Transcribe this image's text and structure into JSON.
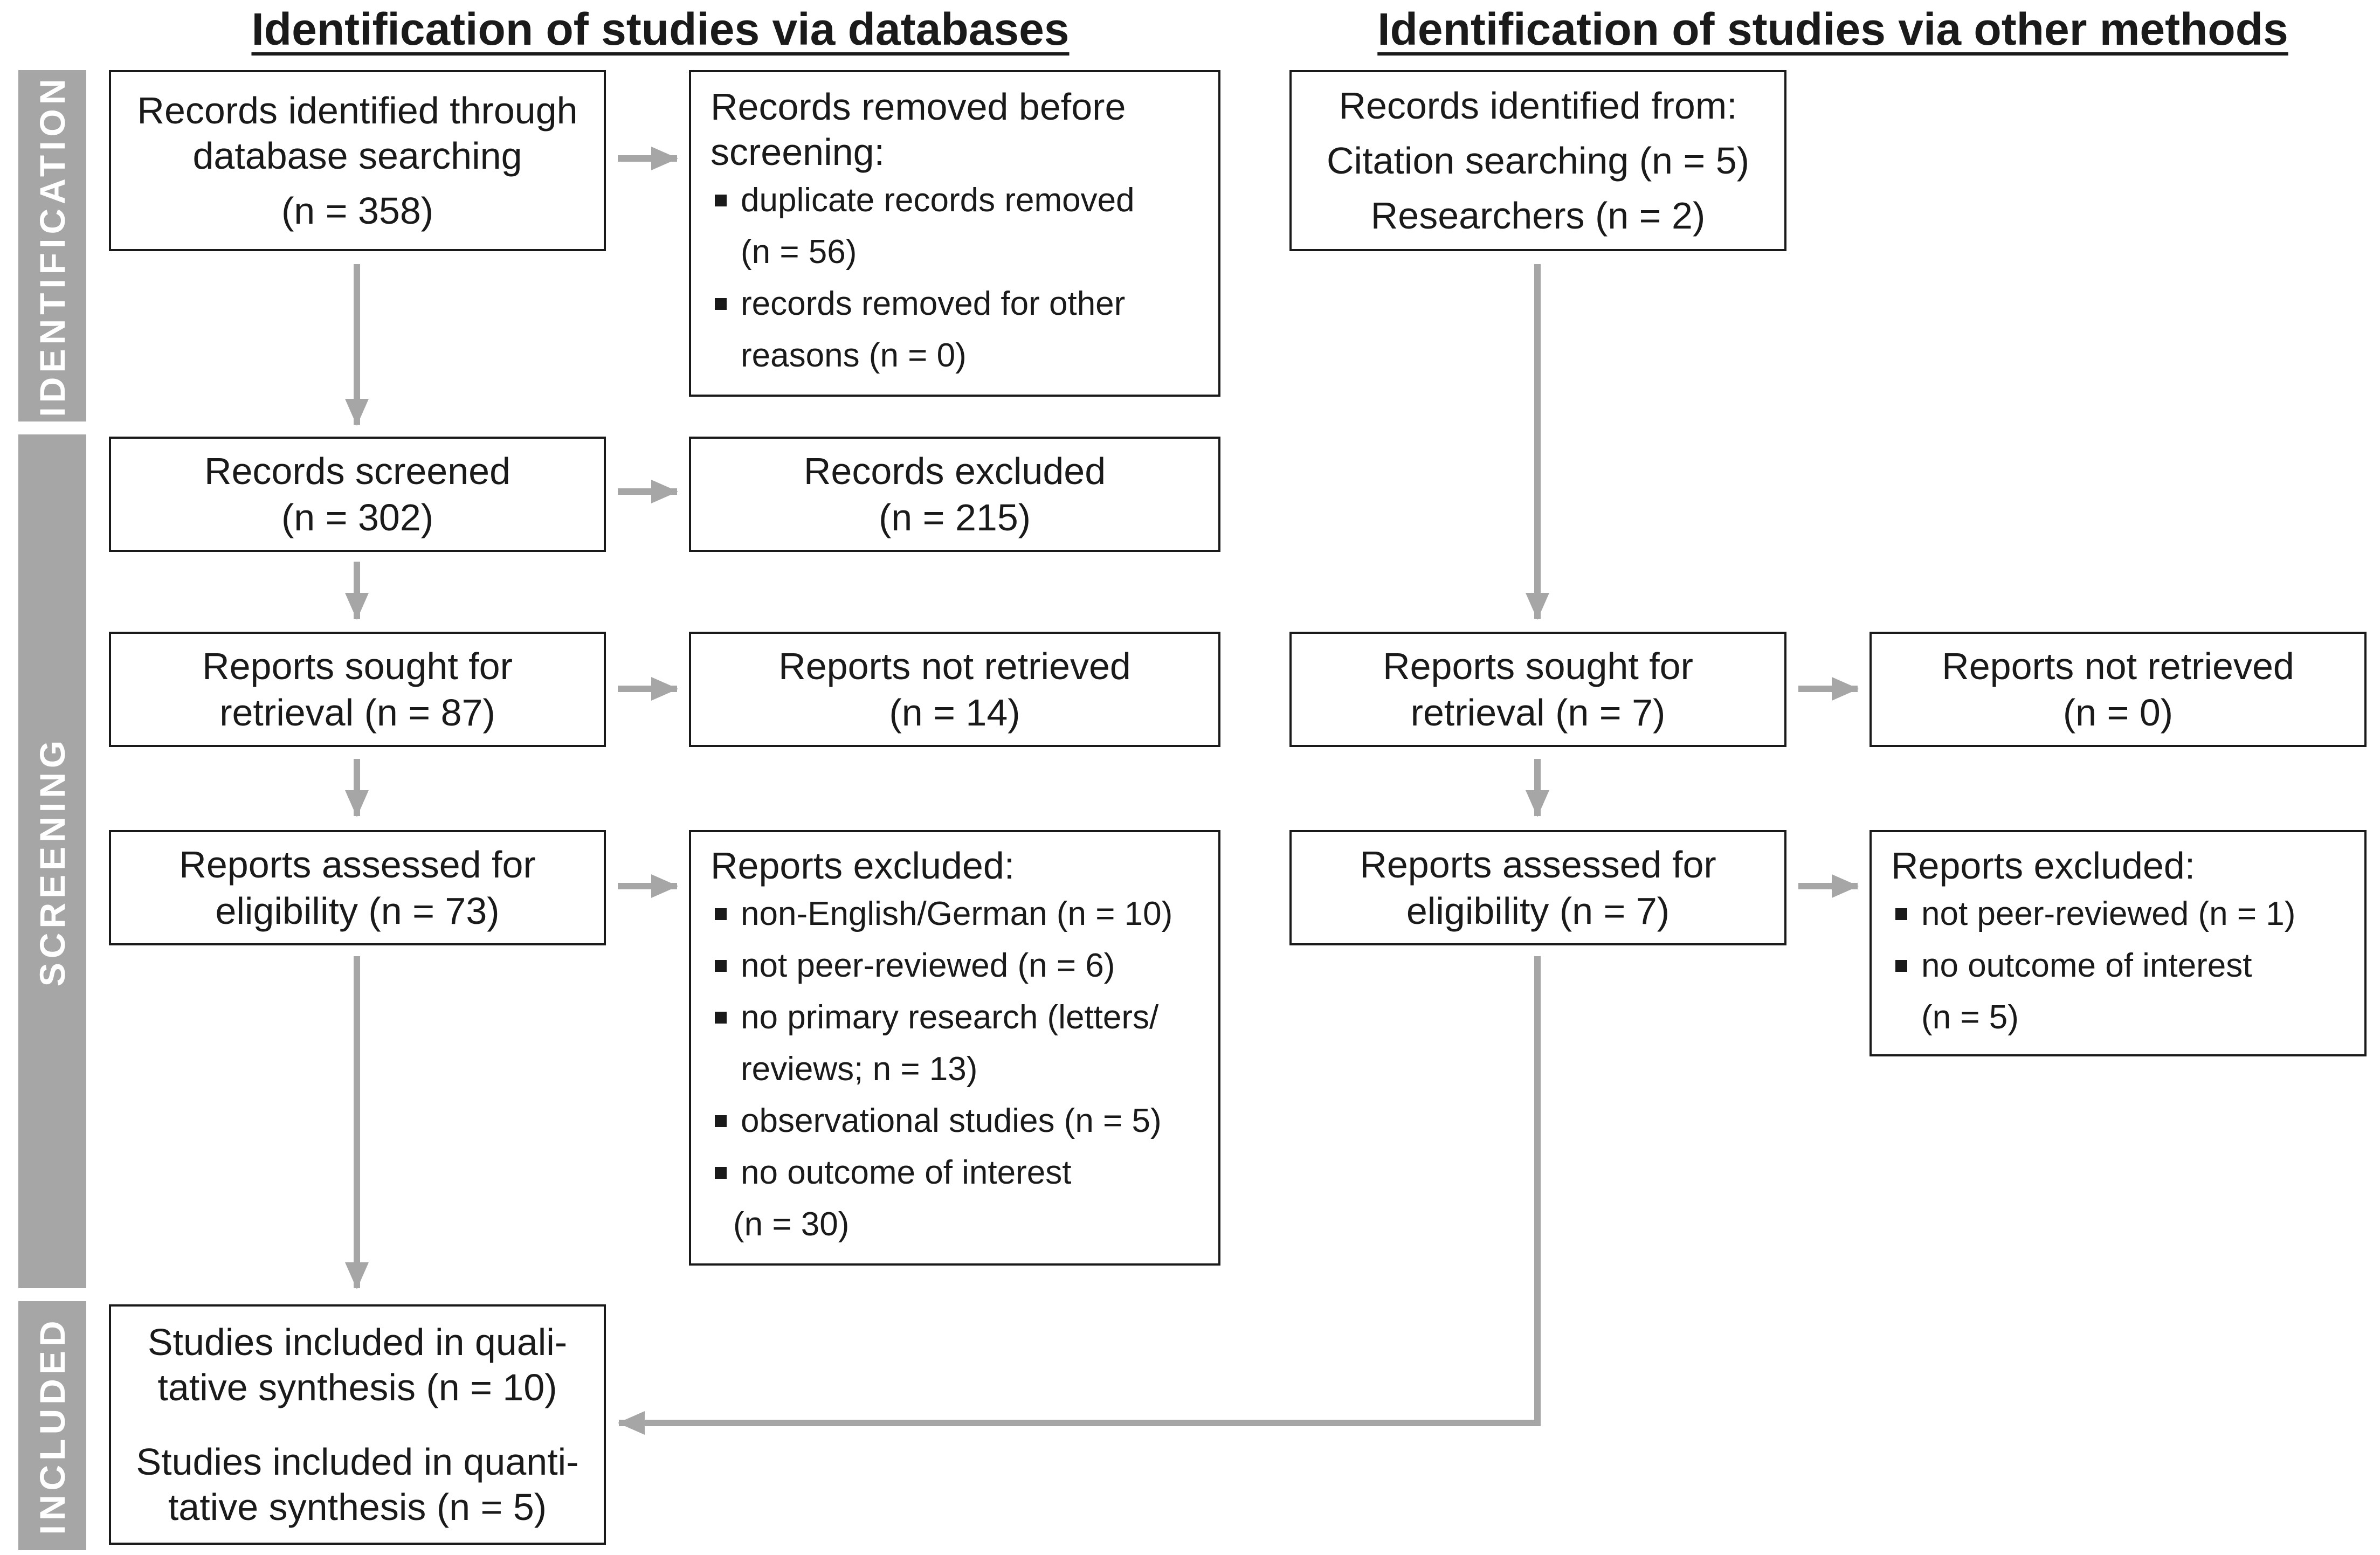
{
  "headings": {
    "databases": "Identification of studies via databases",
    "other": "Identification of studies via other methods"
  },
  "stages": {
    "identification": "IDENTIFICATION",
    "screening": "SCREENING",
    "included": "INCLUDED"
  },
  "databases": {
    "records_identified": [
      "Records identified through",
      "database searching",
      "(n = 358)"
    ],
    "records_removed": {
      "title": [
        "Records removed before",
        "screening:"
      ],
      "items": [
        [
          "duplicate records removed",
          "(n = 56)"
        ],
        [
          "records removed for other",
          "reasons (n = 0)"
        ]
      ]
    },
    "records_screened": [
      "Records screened",
      "(n = 302)"
    ],
    "records_excluded": [
      "Records excluded",
      "(n = 215)"
    ],
    "reports_sought": [
      "Reports sought for",
      "retrieval (n = 87)"
    ],
    "reports_not_retrieved": [
      "Reports not retrieved",
      "(n = 14)"
    ],
    "reports_assessed": [
      "Reports assessed for",
      "eligibility (n = 73)"
    ],
    "reports_excluded": {
      "title": "Reports excluded:",
      "items": [
        [
          "non-English/German (n = 10)"
        ],
        [
          "not peer-reviewed (n = 6)"
        ],
        [
          "no primary research (letters/",
          "reviews; n = 13)"
        ],
        [
          "observational studies (n = 5)"
        ],
        [
          "no outcome of interest",
          "(n = 30)"
        ]
      ]
    },
    "included": {
      "qualitative": [
        "Studies included in quali-",
        "tative synthesis (n = 10)"
      ],
      "quantitative": [
        "Studies included in quanti-",
        "tative synthesis (n = 5)"
      ]
    }
  },
  "other": {
    "records_identified": [
      "Records identified from:",
      "Citation searching (n = 5)",
      "Researchers (n = 2)"
    ],
    "reports_sought": [
      "Reports sought for",
      "retrieval (n = 7)"
    ],
    "reports_not_retrieved": [
      "Reports not retrieved",
      "(n = 0)"
    ],
    "reports_assessed": [
      "Reports assessed for",
      "eligibility (n = 7)"
    ],
    "reports_excluded": {
      "title": "Reports excluded:",
      "items": [
        [
          "not peer-reviewed (n = 1)"
        ],
        [
          "no outcome of interest",
          "(n = 5)"
        ]
      ]
    }
  },
  "colors": {
    "arrow": "#a6a6a6",
    "stage_bar": "#a6a6a6",
    "border": "#1a1a1a"
  }
}
